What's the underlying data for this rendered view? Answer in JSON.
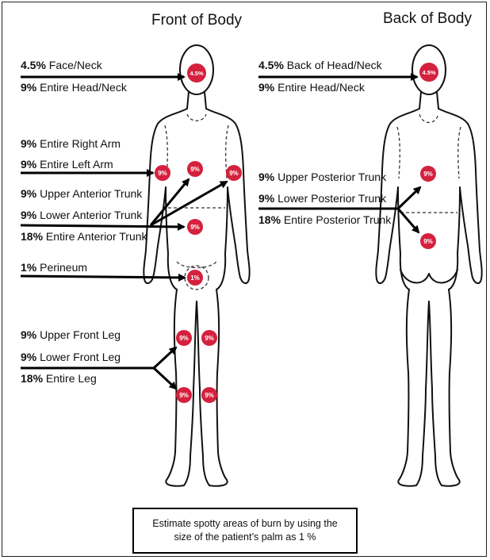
{
  "titles": {
    "front": "Front of Body",
    "back": "Back of Body"
  },
  "colors": {
    "badge": "#d4213d",
    "line": "#000000",
    "body": "#111111"
  },
  "badges": {
    "front_head": "4.5%",
    "back_head": "4.5%",
    "right_arm": "9%",
    "left_arm": "9%",
    "upper_anterior_trunk": "9%",
    "lower_anterior_trunk": "9%",
    "perineum": "1%",
    "upper_leg_right": "9%",
    "upper_leg_left": "9%",
    "lower_leg_right": "9%",
    "lower_leg_left": "9%",
    "upper_posterior_trunk": "9%",
    "lower_posterior_trunk": "9%"
  },
  "labels": {
    "face_neck": {
      "pct": "4.5%",
      "text": " Face/Neck"
    },
    "head_neck": {
      "pct": "9%",
      "text": " Entire Head/Neck"
    },
    "right_arm": {
      "pct": "9%",
      "text": " Entire Right Arm"
    },
    "left_arm": {
      "pct": "9%",
      "text": " Entire Left Arm"
    },
    "upper_anterior_trunk": {
      "pct": "9%",
      "text": " Upper Anterior Trunk"
    },
    "lower_anterior_trunk": {
      "pct": "9%",
      "text": " Lower Anterior Trunk"
    },
    "entire_anterior_trunk": {
      "pct": "18%",
      "text": " Entire Anterior Trunk"
    },
    "perineum": {
      "pct": "1%",
      "text": " Perineum"
    },
    "upper_front_leg": {
      "pct": "9%",
      "text": " Upper Front Leg"
    },
    "lower_front_leg": {
      "pct": "9%",
      "text": " Lower Front Leg"
    },
    "entire_leg": {
      "pct": "18%",
      "text": " Entire Leg"
    },
    "back_head_neck": {
      "pct": "4.5%",
      "text": " Back of Head/Neck"
    },
    "back_entire_head_neck": {
      "pct": "9%",
      "text": " Entire Head/Neck"
    },
    "upper_posterior_trunk": {
      "pct": "9%",
      "text": " Upper Posterior Trunk"
    },
    "lower_posterior_trunk": {
      "pct": "9%",
      "text": " Lower Posterior Trunk"
    },
    "entire_posterior_trunk": {
      "pct": "18%",
      "text": " Entire Posterior Trunk"
    }
  },
  "caption": {
    "line1": "Estimate spotty areas of burn by using the",
    "line2": "size of the patient’s palm as 1 %"
  }
}
